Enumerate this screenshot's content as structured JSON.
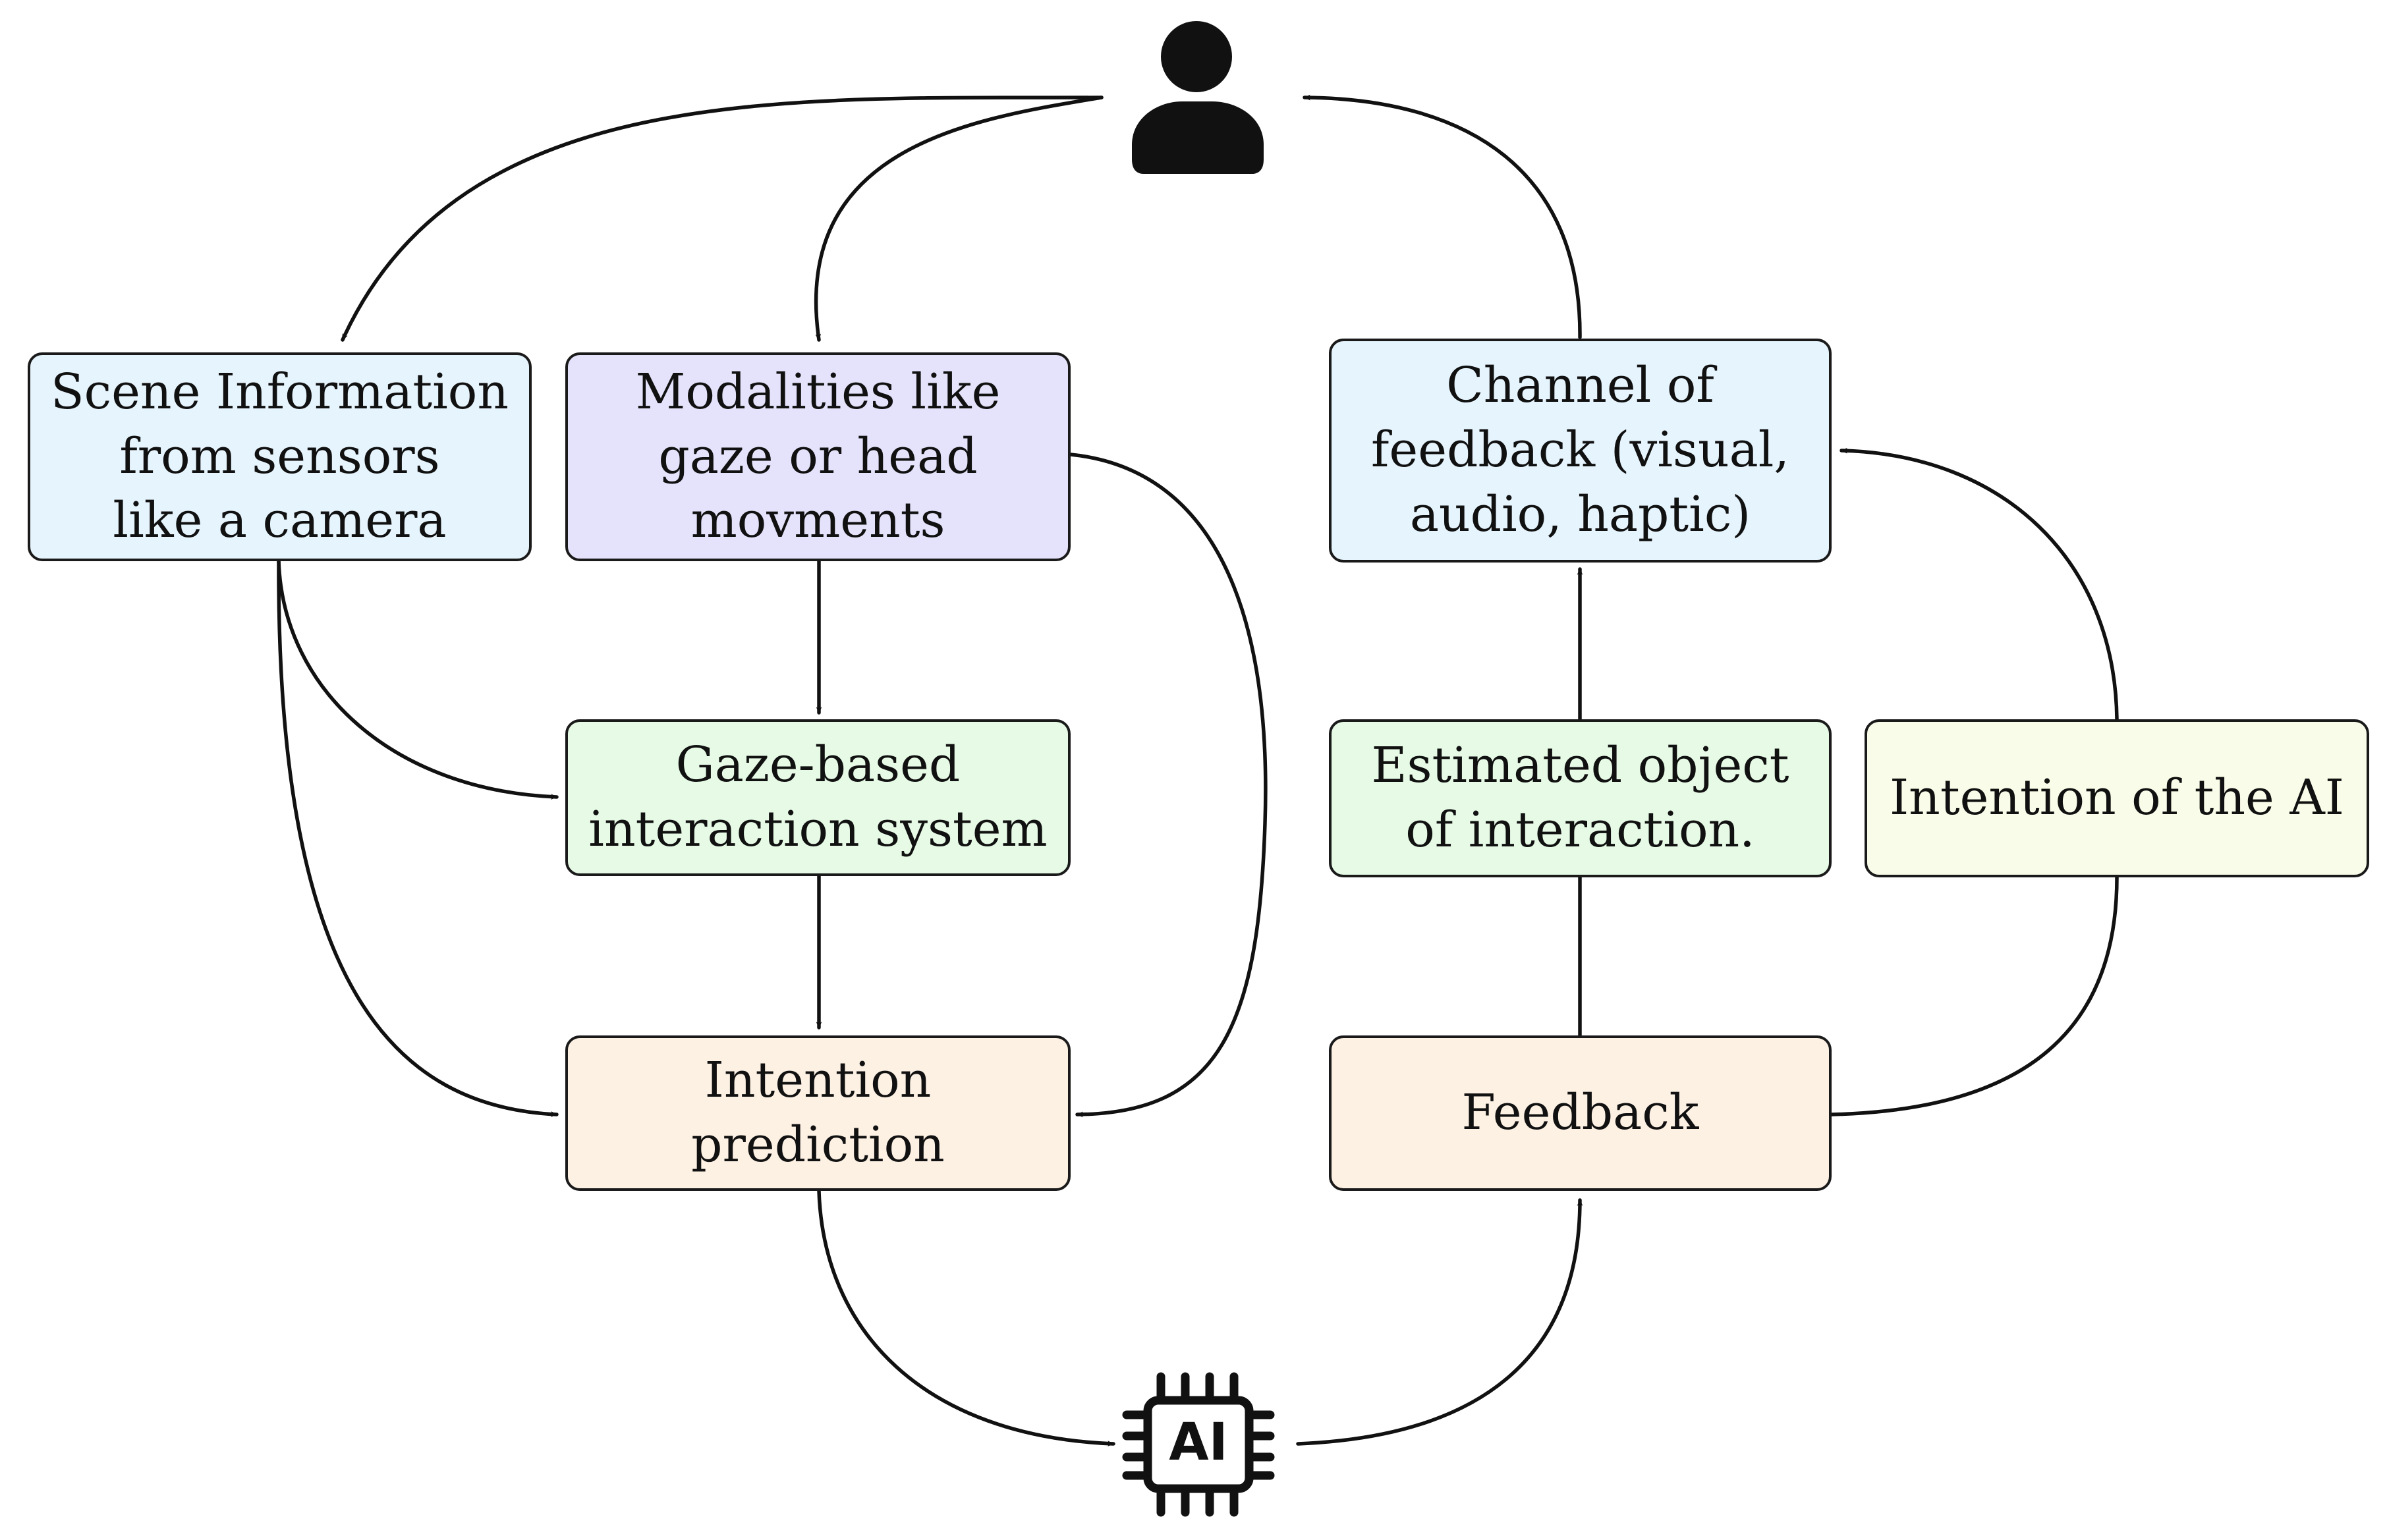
{
  "nodes": {
    "scene": {
      "label": "Scene Information\nfrom sensors\nlike a camera",
      "color": "#e6f4fd"
    },
    "modalities": {
      "label": "Modalities like\ngaze or head\nmovments",
      "color": "#e4e3fb"
    },
    "gaze_system": {
      "label": "Gaze-based\ninteraction system",
      "color": "#e6fae6"
    },
    "intention_prediction": {
      "label": "Intention\nprediction",
      "color": "#fdf1e4"
    },
    "channel": {
      "label": "Channel of\nfeedback (visual,\naudio, haptic)",
      "color": "#e6f4fd"
    },
    "estimated_object": {
      "label": "Estimated object\nof interaction.",
      "color": "#e6fae6"
    },
    "intention_ai": {
      "label": "Intention of the AI",
      "color": "#f9fce8"
    },
    "feedback": {
      "label": "Feedback",
      "color": "#fdf1e4"
    }
  },
  "icons": {
    "user": "user-icon",
    "ai_chip": "ai-chip-icon",
    "ai_chip_text": "AI"
  },
  "colors": {
    "stroke": "#111111"
  }
}
